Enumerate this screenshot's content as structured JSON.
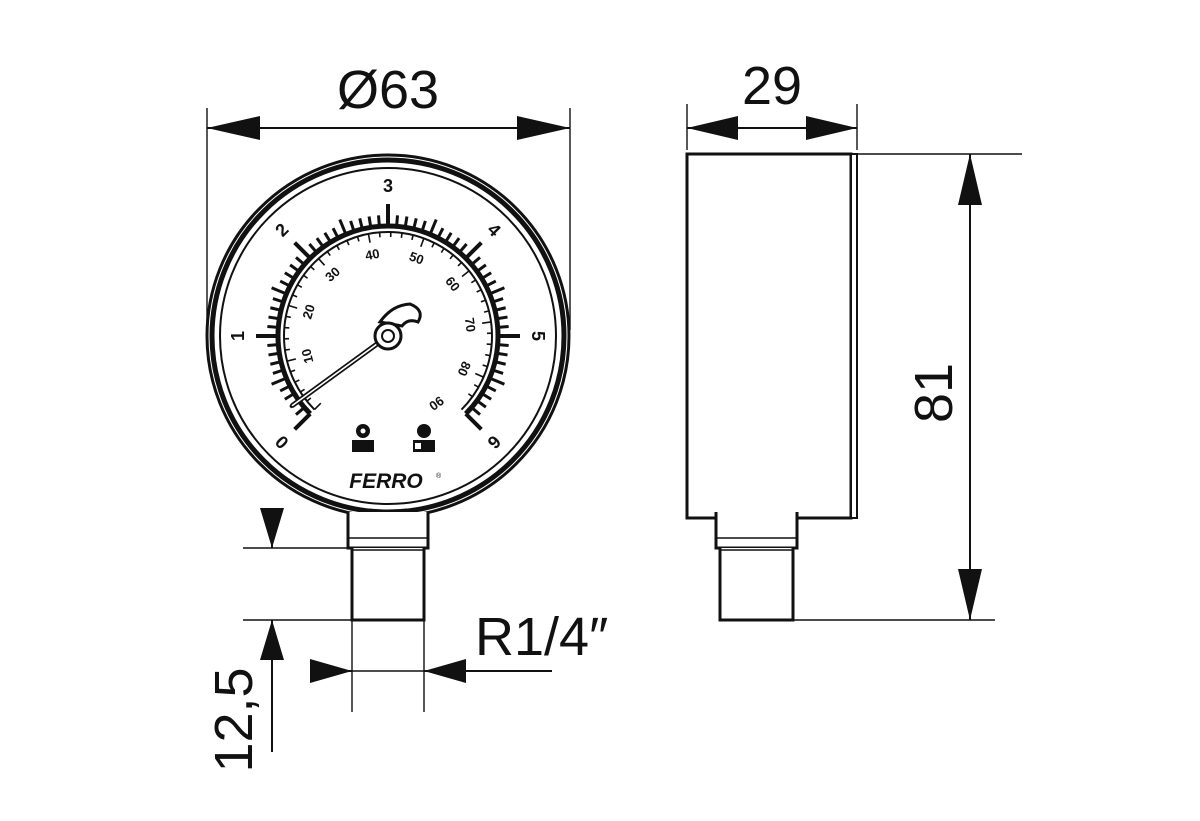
{
  "dimensions": {
    "diameter": "Ø63",
    "depth": "29",
    "height": "81",
    "thread_length": "12,5",
    "thread": "R1/4″"
  },
  "gauge": {
    "brand": "FERRO",
    "bar_scale": [
      "0",
      "1",
      "2",
      "3",
      "4",
      "5",
      "6"
    ],
    "psi_scale": [
      "10",
      "20",
      "30",
      "40",
      "50",
      "60",
      "70",
      "80",
      "90"
    ],
    "needle_value_bar": 0.2
  }
}
